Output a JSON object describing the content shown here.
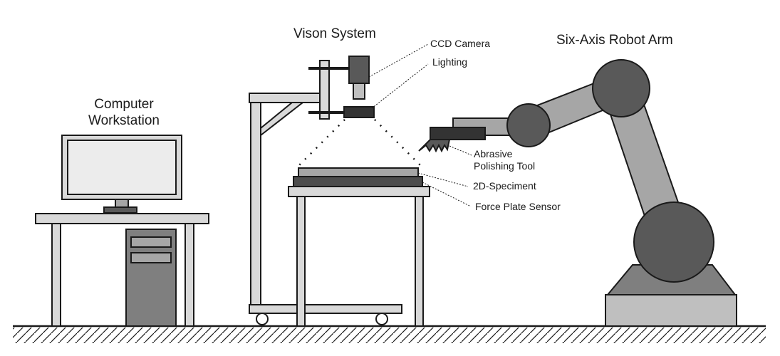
{
  "labels": {
    "computer_line1": "Computer",
    "computer_line2": "Workstation",
    "vision_system": "Vison System",
    "robot_arm": "Six-Axis Robot Arm",
    "ccd_camera": "CCD Camera",
    "lighting": "Lighting",
    "abrasive_line1": "Abrasive",
    "abrasive_line2": "Polishing Tool",
    "specimen": "2D-Speciment",
    "force_plate": "Force Plate Sensor"
  },
  "colors": {
    "outline": "#1a1a1a",
    "light_gray": "#d9d9d9",
    "mid_gray": "#a6a6a6",
    "dark_gray": "#595959",
    "screen": "#e6e6e6"
  }
}
